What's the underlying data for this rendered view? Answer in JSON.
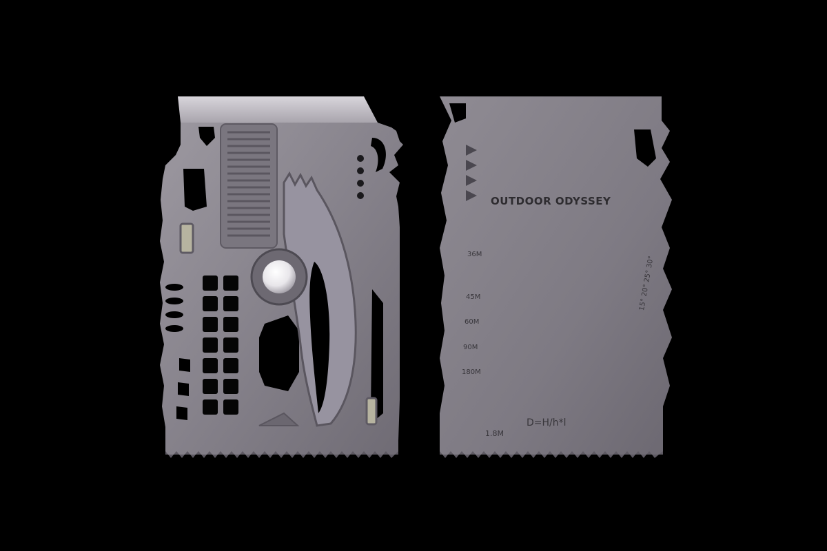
{
  "scene": {
    "background": "#000000",
    "metal_color": "#8b8790",
    "highlight_color": "#b4b0b8"
  },
  "card_back": {
    "brand_text": "OUTDOOR ODYSSEY",
    "range_marks": [
      "36M",
      "45M",
      "60M",
      "90M",
      "180M"
    ],
    "height_label": "1.8M",
    "formula": "D=H/h*l",
    "angle_scale": "15° 20° 25° 30°",
    "logo_icon": "brand-logo-icon",
    "figure_icon": "standing-person-icon"
  },
  "card_front": {
    "tools": [
      "blade-edge",
      "comb",
      "spork",
      "wrench-grid",
      "saw-teeth",
      "hex-holes"
    ],
    "center_icon": "magnet-disc"
  }
}
